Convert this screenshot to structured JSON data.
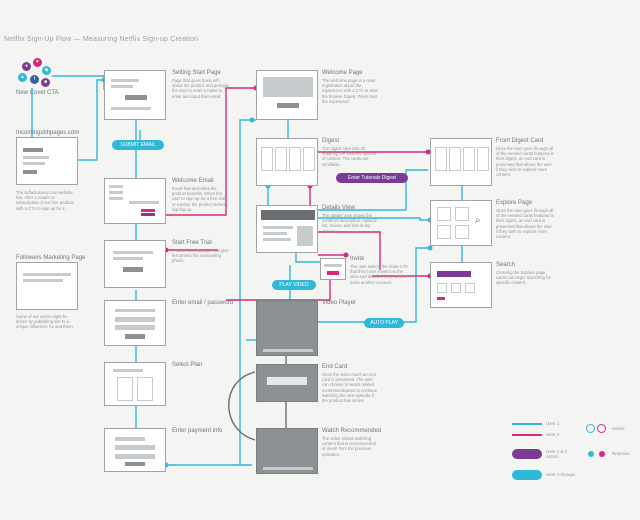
{
  "header": {
    "title": "Netflix Sign-Up Flow — Measuring Netflix Sign-up  Creation"
  },
  "nodes": {
    "social": {
      "label": "New Covet CTA"
    },
    "homepage": {
      "label": "Incomingsbhpages.com",
      "desc": "The Ndfaclusvery.com website live. After a reader or subscription of our free product with a CTA to sign up for it."
    },
    "marketing": {
      "label": "Followers Marketing Page",
      "desc": "Some of our users might be driven by publishing site to a unique influencer for and them."
    },
    "signup": {
      "label": "Setting Start Page",
      "desc": "Page that gives basic info about the product and prompts the user to enter a name to enter and input their email."
    },
    "email": {
      "label": "Welcome Email",
      "desc": "Email that describes the product benefits. When the user to sign up for a free trial or explore the product before signing up."
    },
    "trial": {
      "label": "Start Free Trial",
      "desc": "Product landing page that give first promo the onboarding phase."
    },
    "password": {
      "label": "Enter email / password"
    },
    "plan": {
      "label": "Select Plan"
    },
    "payment": {
      "label": "Enter payment info"
    },
    "welcome": {
      "label": "Welcome Page",
      "desc": "The welcome page is a reset registration about the experience with a CTA to view the browse Digest. Peels next the experience."
    },
    "digest": {
      "label": "Digest",
      "desc": "The digest view lists all featuring the different options of content. The cards are scrollable."
    },
    "details": {
      "label": "Details View",
      "desc": "The details view shows the content's description, episode list, review, and sim-to-top options."
    },
    "invite": {
      "label": "Invite",
      "desc": "The user selects the Invite CTA that they have invited via the view and details if they want to invite another account."
    },
    "player": {
      "label": "Video Player"
    },
    "endcard": {
      "label": "End Card",
      "desc": "Once the video reach an end card is presented. The user can choose to watch related recommendations to continue watching the next episode if the product has series."
    },
    "recommend": {
      "label": "Watch Recommended",
      "desc": "The video shows watching content that is recommended or deem from the previous episodes."
    },
    "cardexpand": {
      "label": "Front Digest Card",
      "desc": "Once the user goes through all of the needed cards featured in their digest, an end card is presented that allows the user if they wish to explore more content."
    },
    "explore": {
      "label": "Explore Page",
      "desc": "Once the user goes through all of the needed cards featured in their digest, an end card is presented that allows the user if they wish to explore more content."
    },
    "search": {
      "label": "Search",
      "desc": "Crossing the Explore page, users can begin searching for specific content."
    }
  },
  "pills": {
    "submit": "SUBMIT EMAIL",
    "browse": "Enter Tutorials  Digest",
    "play": "PLAY VIDEO",
    "autoplay": "AUTO PLAY"
  },
  "legend": {
    "user1": "User 1",
    "user2": "User 2",
    "user12": "User 1 & 2 Action",
    "allusers": "User A Groups",
    "action": "Action",
    "reaction": "Reaction"
  },
  "colors": {
    "cyan": "#2fb8d8",
    "magenta": "#d9277f",
    "purple": "#7b3a96"
  }
}
